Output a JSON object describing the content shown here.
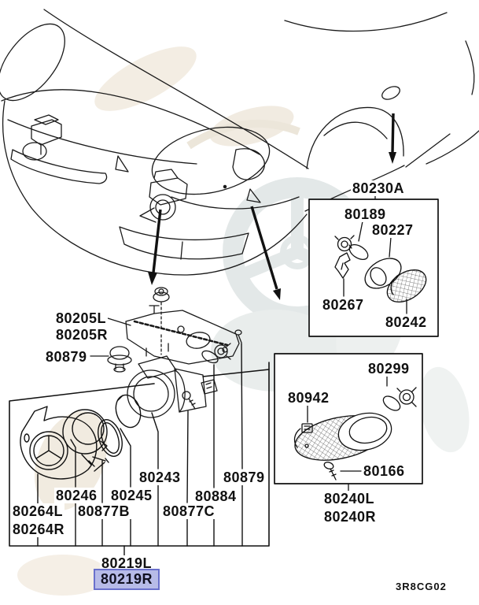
{
  "meta": {
    "drawing_code": "3R8CG02",
    "highlight": {
      "fill": "#b7bbe8",
      "border": "#6a70cc",
      "meaning": "selected part"
    }
  },
  "front_side_marker_kit": {
    "assembly": "80230A",
    "bulb_socket": "80189",
    "gasket": "80227",
    "clip": "80267",
    "lens": "80242"
  },
  "fog_lamp_assembly": {
    "bracket_left": "80205L",
    "bracket_right": "80205R",
    "grommet_left": "80879",
    "unit": "80243",
    "bezel": "80246",
    "retaining_ring": "80245",
    "housing_left": "80264L",
    "housing_right": "80264R",
    "gasket_b": "80877B",
    "gasket_c": "80877C",
    "screw": "80884",
    "grommet_right": "80879",
    "lamp_left": "80219L",
    "lamp_right": "80219R"
  },
  "side_turn_lamp_kit": {
    "bulb_socket": "80299",
    "clip": "80942",
    "screw": "80166",
    "lamp_left": "80240L",
    "lamp_right": "80240R"
  }
}
